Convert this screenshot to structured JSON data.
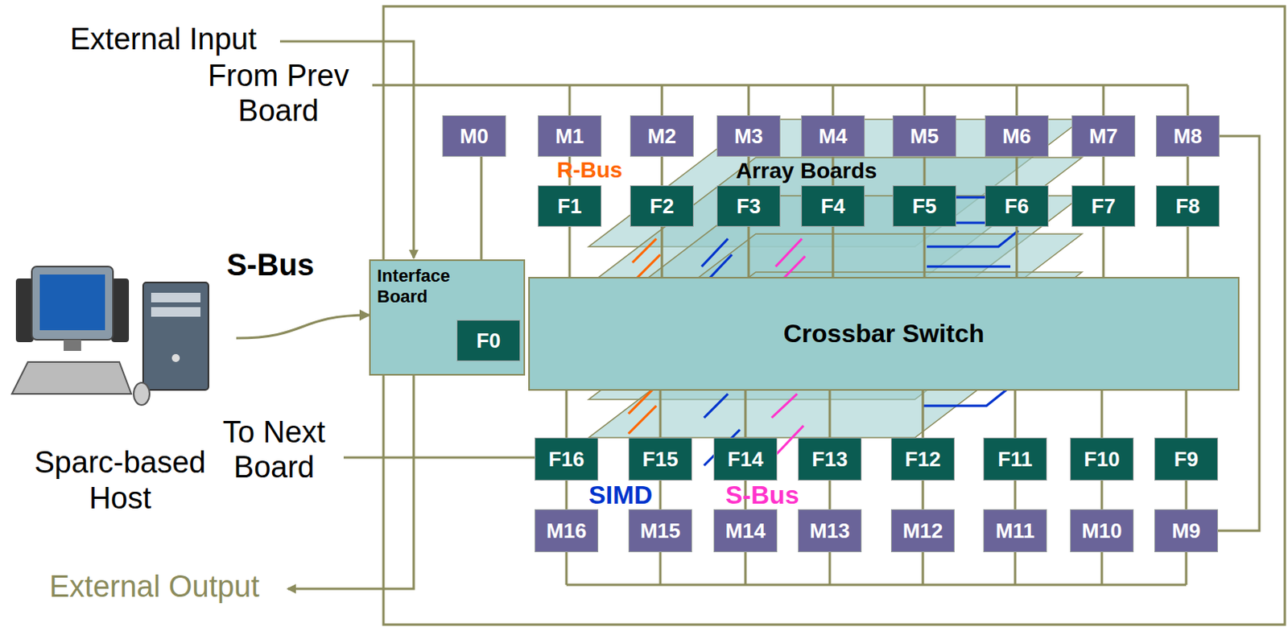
{
  "diagram": {
    "nodes": [
      {
        "text": [
          "Sparc-based Host"
        ]
      },
      {
        "text": [
          "M0"
        ]
      },
      {
        "text": [
          "M1"
        ]
      },
      {
        "text": [
          "M2"
        ]
      },
      {
        "text": [
          "M3"
        ]
      },
      {
        "text": [
          "M4"
        ]
      },
      {
        "text": [
          "M5"
        ]
      },
      {
        "text": [
          "M6"
        ]
      },
      {
        "text": [
          "M7"
        ]
      },
      {
        "text": [
          "M8"
        ]
      },
      {
        "text": [
          "F1"
        ]
      },
      {
        "text": [
          "F2"
        ]
      },
      {
        "text": [
          "F3"
        ]
      },
      {
        "text": [
          "F4"
        ]
      },
      {
        "text": [
          "F5"
        ]
      },
      {
        "text": [
          "F6"
        ]
      },
      {
        "text": [
          "F7"
        ]
      },
      {
        "text": [
          "F8"
        ]
      },
      {
        "text": [
          "Interface Board"
        ]
      },
      {
        "text": [
          "F0"
        ],
        "in": 18
      },
      {
        "text": [
          "Crossbar Switch"
        ]
      },
      {
        "text": [
          "F16"
        ]
      },
      {
        "text": [
          "F15"
        ]
      },
      {
        "text": [
          "F14"
        ]
      },
      {
        "text": [
          "F13"
        ]
      },
      {
        "text": [
          "F12"
        ]
      },
      {
        "text": [
          "F11"
        ]
      },
      {
        "text": [
          "F10"
        ]
      },
      {
        "text": [
          "F9"
        ]
      },
      {
        "text": [
          "M16"
        ]
      },
      {
        "text": [
          "M15"
        ]
      },
      {
        "text": [
          "M14"
        ]
      },
      {
        "text": [
          "M13"
        ]
      },
      {
        "text": [
          "M12"
        ]
      },
      {
        "text": [
          "M11"
        ]
      },
      {
        "text": [
          "M10"
        ]
      },
      {
        "text": [
          "M9"
        ]
      }
    ],
    "edges": [
      {
        "from": 0,
        "to": 18,
        "arrow": "to",
        "label": "S-Bus"
      },
      {
        "from": 1,
        "to": 19,
        "arrow": "none"
      },
      {
        "from": 2,
        "to": 10,
        "arrow": "none"
      },
      {
        "from": 3,
        "to": 11,
        "arrow": "none"
      },
      {
        "from": 4,
        "to": 12,
        "arrow": "none"
      },
      {
        "from": 5,
        "to": 13,
        "arrow": "none"
      },
      {
        "from": 6,
        "to": 14,
        "arrow": "none"
      },
      {
        "from": 7,
        "to": 15,
        "arrow": "none"
      },
      {
        "from": 8,
        "to": 16,
        "arrow": "none"
      },
      {
        "from": 9,
        "to": 17,
        "arrow": "none"
      },
      {
        "from": 29,
        "to": 21,
        "arrow": "none"
      },
      {
        "from": 30,
        "to": 22,
        "arrow": "none"
      },
      {
        "from": 31,
        "to": 23,
        "arrow": "none"
      },
      {
        "from": 32,
        "to": 24,
        "arrow": "none"
      },
      {
        "from": 33,
        "to": 25,
        "arrow": "none"
      },
      {
        "from": 34,
        "to": 26,
        "arrow": "none"
      },
      {
        "from": 35,
        "to": 27,
        "arrow": "none"
      },
      {
        "from": 36,
        "to": 28,
        "arrow": "none"
      },
      {
        "from": 9,
        "to": 36,
        "arrow": "none"
      }
    ],
    "labels": [
      "External Input",
      "From Prev Board",
      "R-Bus",
      "Array Boards",
      "To Next Board",
      "SIMD",
      "S-Bus",
      "External Output"
    ]
  }
}
